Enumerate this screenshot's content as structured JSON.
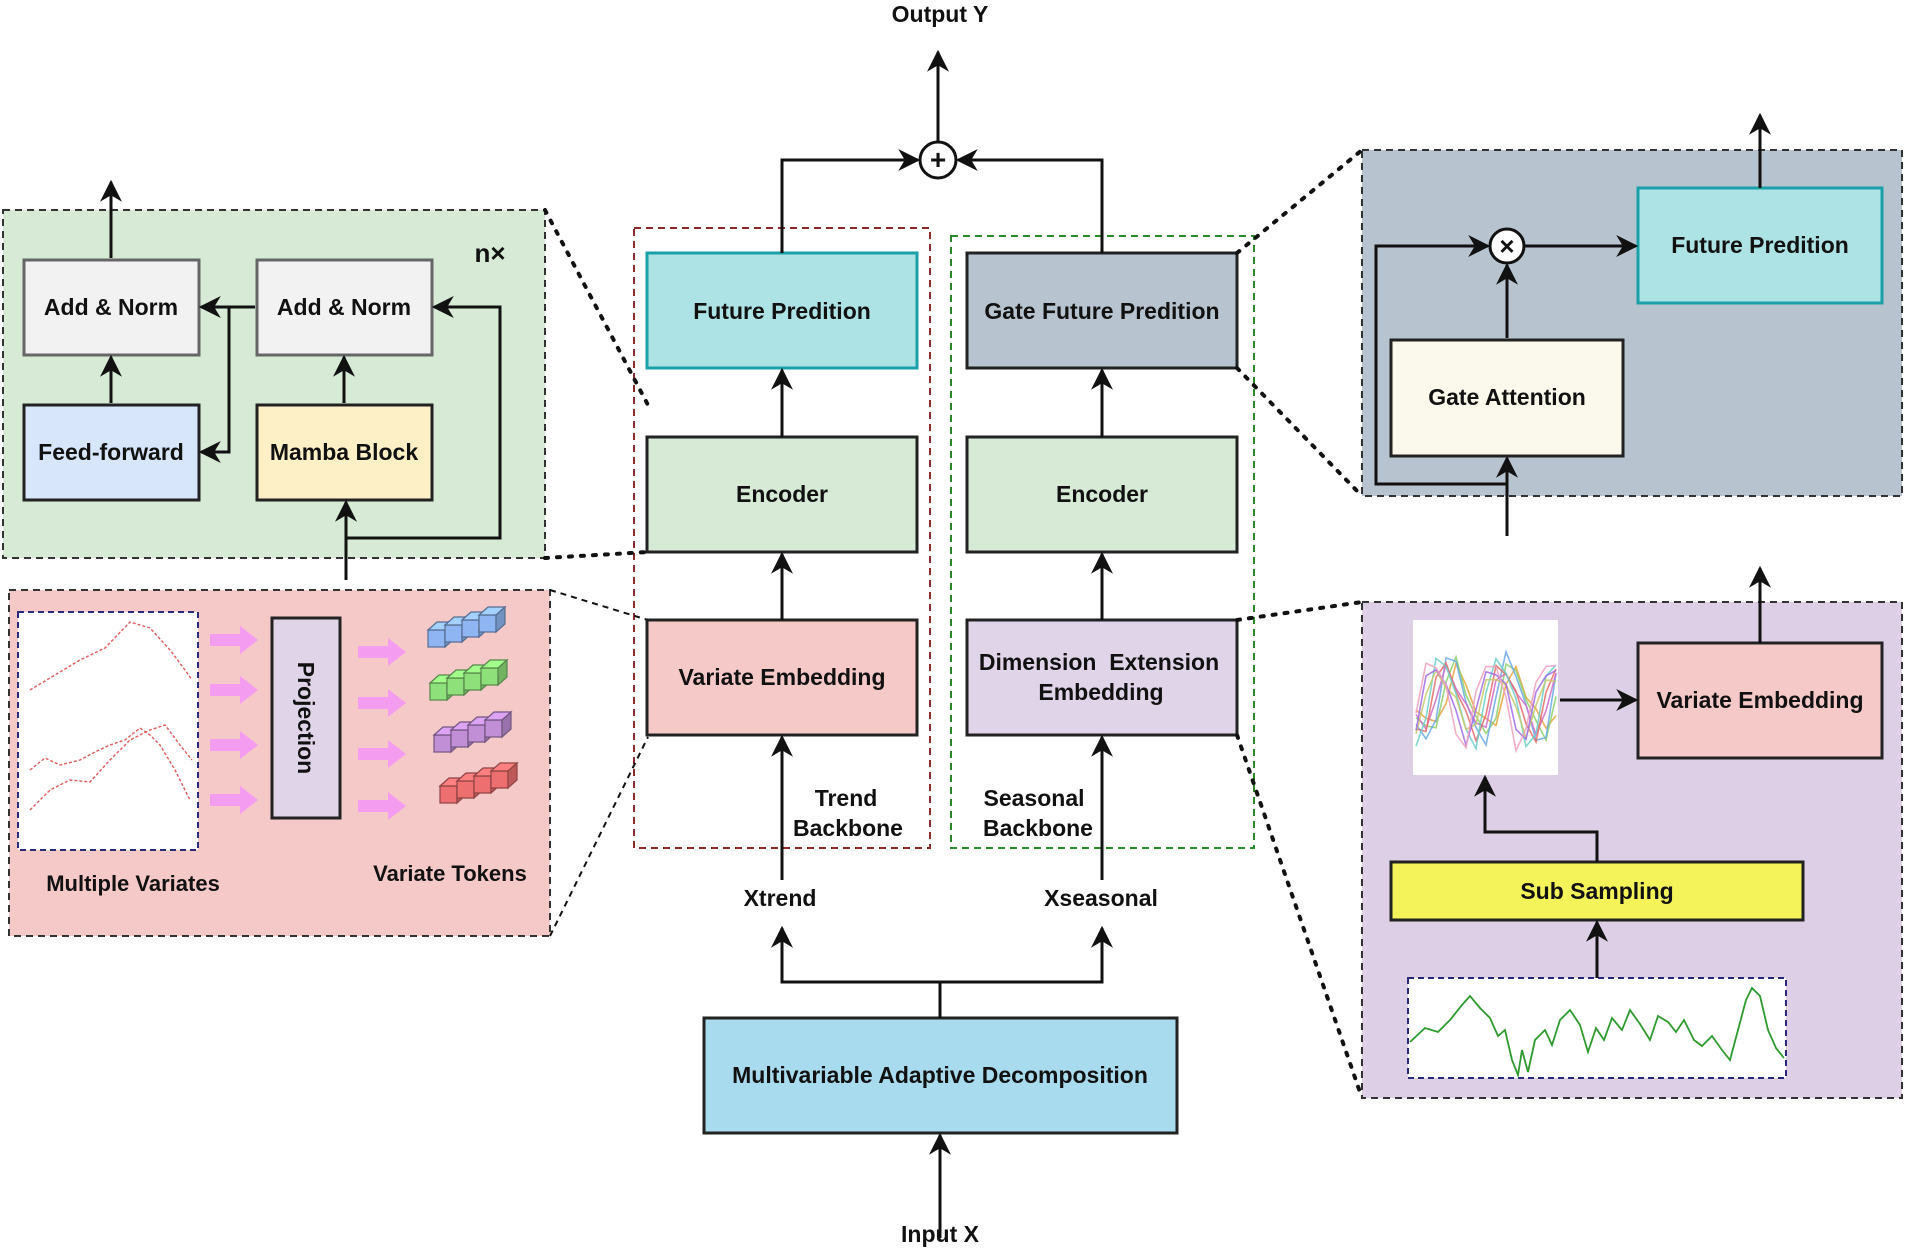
{
  "io": {
    "output": "Output Y",
    "input": "Input X"
  },
  "plus_symbol": "+",
  "times_symbol": "×",
  "decomposition": {
    "label": "Multivariable Adaptive Decomposition",
    "color": "#a8dbee"
  },
  "inputs": {
    "trend": "Xtrend",
    "seasonal": "Xseasonal"
  },
  "trend_backbone": {
    "title_line1": "Trend",
    "title_line2": "Backbone",
    "future_prediction": "Future Predition",
    "encoder": "Encoder",
    "variate_embedding": "Variate Embedding"
  },
  "seasonal_backbone": {
    "title_line1": "Seasonal",
    "title_line2": "Backbone",
    "gate_future_prediction": "Gate Future Predition",
    "encoder": "Encoder",
    "dimension_extension_line1": "Dimension  Extension",
    "dimension_extension_line2": "Embedding"
  },
  "encoder_detail": {
    "repeat": "n×",
    "add_norm_left": "Add & Norm",
    "add_norm_right": "Add & Norm",
    "feed_forward": "Feed-forward",
    "mamba_block": "Mamba Block"
  },
  "embedding_detail": {
    "multiple_variates": "Multiple Variates",
    "projection": "Projection",
    "variate_tokens": "Variate Tokens",
    "token_colors": [
      "#8fb6f2",
      "#8ee07a",
      "#c08fd6",
      "#ee6f6f"
    ]
  },
  "gate_detail": {
    "future_prediction": "Future Predition",
    "gate_attention": "Gate Attention"
  },
  "dimension_detail": {
    "variate_embedding": "Variate Embedding",
    "sub_sampling": "Sub Sampling"
  },
  "colors": {
    "teal_box": "#aee3e5",
    "green_box": "#d6ead5",
    "pink_box": "#f6c9c9",
    "lavender_box": "#e0d4e8",
    "slate_box": "#b7c4cf",
    "green_panel": "#d6ead5",
    "pink_panel": "#f6c9c9",
    "slate_panel": "#b7c4cf",
    "lavender_panel": "#ddd0e6",
    "yellow_box": "#f4f45a",
    "cream_box": "#fbf9ec",
    "blue_box": "#d7e6fa",
    "tan_box": "#fdf0c6",
    "gray_box": "#f2f2f2",
    "arrow_pink": "#f39cf0"
  }
}
